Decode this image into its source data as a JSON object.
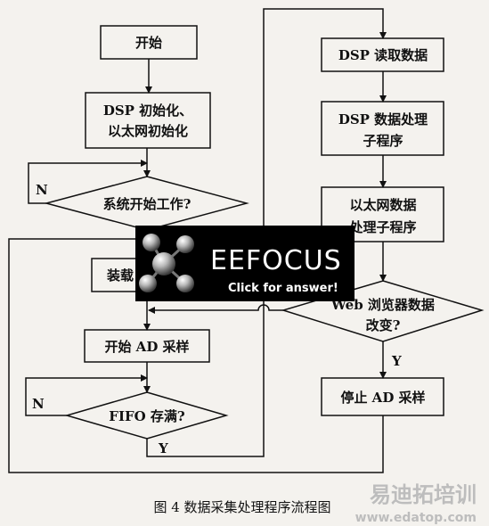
{
  "flowchart": {
    "start": "开始",
    "init_line1": "DSP 初始化、",
    "init_line2": "以太网初始化",
    "decision_start": "系统开始工作?",
    "load": "装载",
    "start_ad": "开始 AD 采样",
    "decision_fifo": "FIFO 存满?",
    "dsp_read": "DSP 读取数据",
    "dsp_proc_line1": "DSP 数据处理",
    "dsp_proc_line2": "子程序",
    "eth_line1": "以太网数据",
    "eth_line2": "处理子程序",
    "decision_web_line1": "Web 浏览器数据",
    "decision_web_line2": "改变?",
    "stop_ad": "停止 AD 采样",
    "label_n1": "N",
    "label_n2": "N",
    "label_y1": "Y",
    "label_y2": "Y"
  },
  "caption": "图 4  数据采集处理程序流程图",
  "watermark": {
    "brand": "EEFOCUS",
    "tagline": "Click for answer!",
    "site_cn": "易迪拓培训",
    "site_url": "www.edatop.com"
  }
}
